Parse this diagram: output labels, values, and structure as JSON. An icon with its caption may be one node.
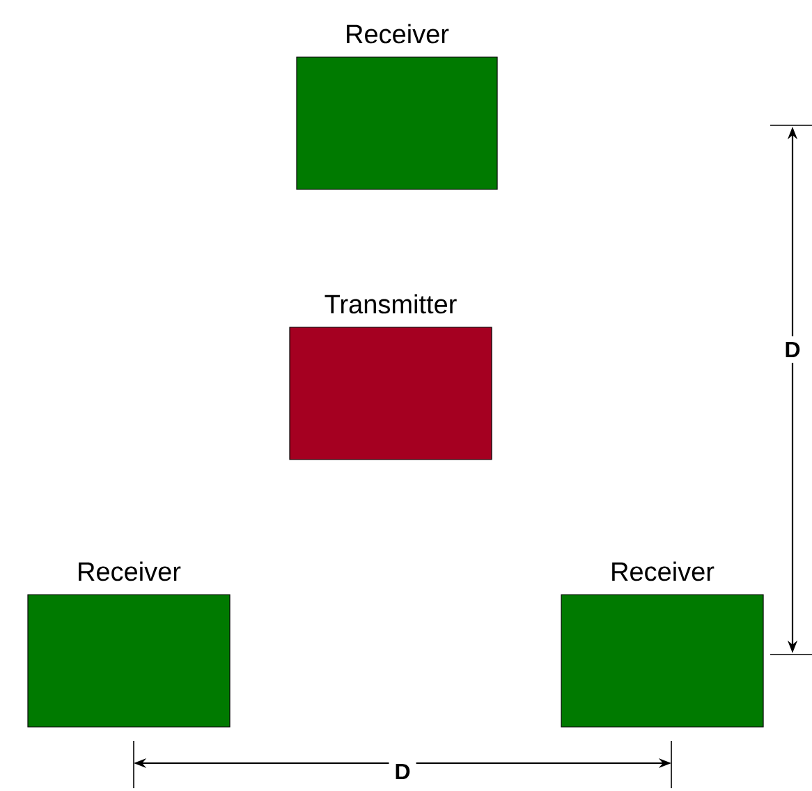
{
  "diagram": {
    "nodes": [
      {
        "text": [
          "Receiver"
        ]
      },
      {
        "text": [
          "Transmitter"
        ]
      },
      {
        "text": [
          "Receiver"
        ]
      },
      {
        "text": [
          "Receiver"
        ]
      }
    ],
    "labels": [
      "D",
      "D"
    ]
  }
}
